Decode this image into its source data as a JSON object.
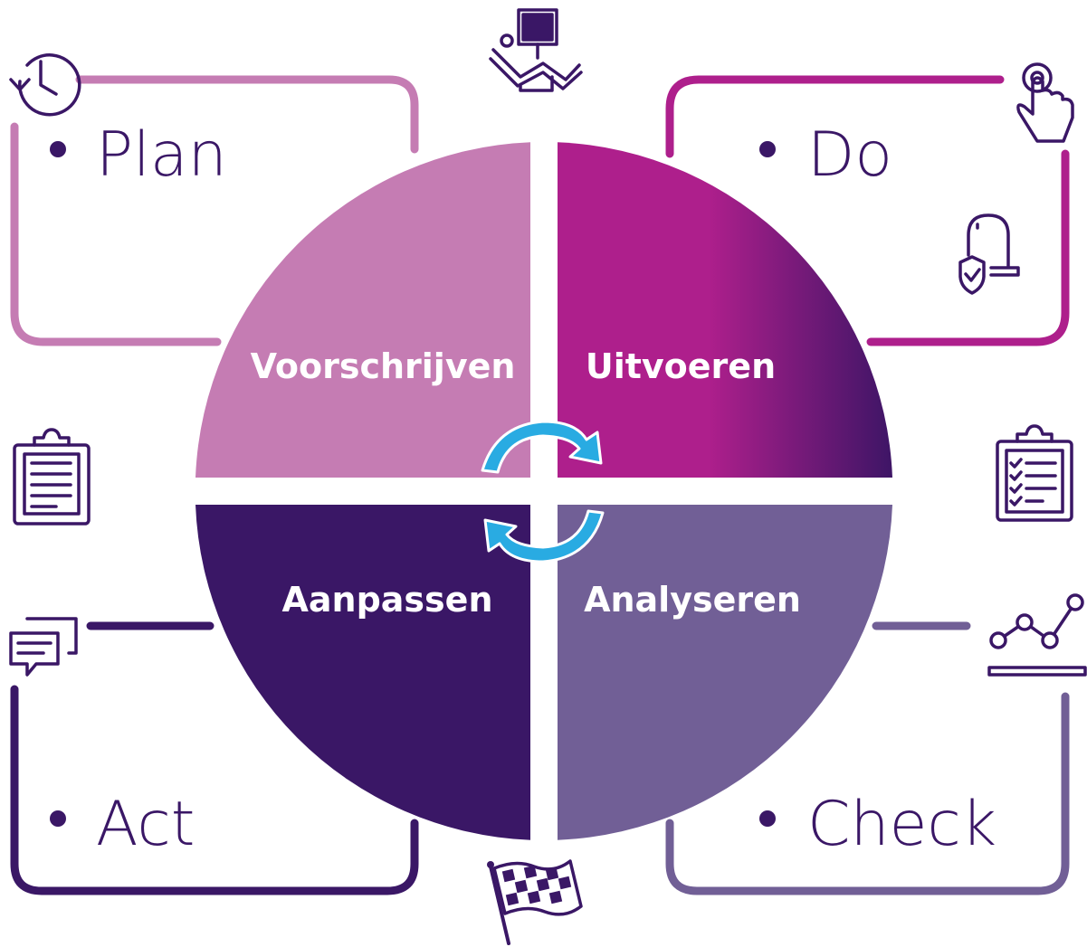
{
  "phases": [
    {
      "id": "plan",
      "corner_label": "Plan",
      "quadrant_label": "Voorschrijven",
      "color": "#c57cb3"
    },
    {
      "id": "do",
      "corner_label": "Do",
      "quadrant_label": "Uitvoeren",
      "color": "#ae1f8c",
      "color_end": "#3e1566"
    },
    {
      "id": "check",
      "corner_label": "Check",
      "quadrant_label": "Analyseren",
      "color": "#715f96"
    },
    {
      "id": "act",
      "corner_label": "Act",
      "quadrant_label": "Aanpassen",
      "color": "#3a1766"
    }
  ],
  "colors": {
    "ink": "#3a1766",
    "plan_frame": "#c57cb3",
    "do_frame": "#ae1f8c",
    "check_frame": "#715f96",
    "act_frame": "#3a1766",
    "cycle_arrow": "#29abe2",
    "background": "#ffffff"
  },
  "icons": [
    "clock-icon",
    "dentist-chair-icon",
    "touch-hand-icon",
    "lamp-shield-icon",
    "clipboard-icon",
    "checklist-clipboard-icon",
    "chat-bubbles-icon",
    "line-chart-icon",
    "checkered-flag-icon",
    "cycle-arrows-icon"
  ]
}
